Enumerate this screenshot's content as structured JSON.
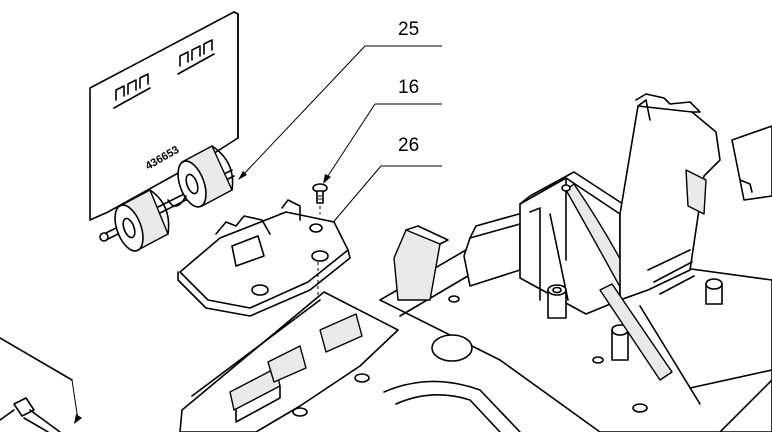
{
  "callouts": [
    {
      "id": "25",
      "label": "25"
    },
    {
      "id": "16",
      "label": "16"
    },
    {
      "id": "26",
      "label": "26"
    }
  ],
  "part_marking": "436653"
}
